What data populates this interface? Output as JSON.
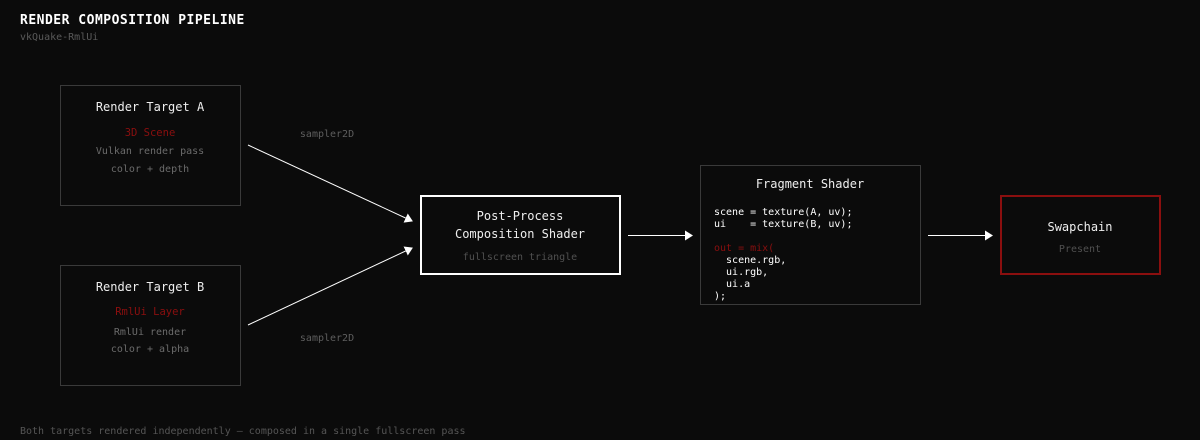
{
  "header": {
    "title": "RENDER COMPOSITION PIPELINE",
    "subtitle": "vkQuake-RmlUi"
  },
  "colors": {
    "background": "#0b0b0b",
    "node_border": "#3a3a3a",
    "highlight_border": "#ffffff",
    "accent": "#8b0f0f",
    "text": "#eeeeee",
    "muted": "#6b6b6b"
  },
  "nodes": {
    "render_target_a": {
      "title": "Render Target A",
      "accent": "3D Scene",
      "line1": "Vulkan render pass",
      "line2": "color + depth"
    },
    "render_target_b": {
      "title": "Render Target B",
      "accent": "RmlUi Layer",
      "line1": "RmlUi render",
      "line2": "color + alpha"
    },
    "composition_shader": {
      "title_line1": "Post-Process",
      "title_line2": "Composition Shader",
      "detail": "fullscreen triangle"
    },
    "fragment_shader": {
      "title": "Fragment Shader",
      "code": [
        "scene = texture(A, uv);",
        "ui    = texture(B, uv);",
        "",
        "out = mix(",
        "  scene.rgb,",
        "  ui.rgb,",
        "  ui.a",
        ");"
      ]
    },
    "swapchain": {
      "title": "Swapchain",
      "detail": "Present"
    }
  },
  "edges": [
    {
      "from": "render_target_a",
      "to": "composition_shader",
      "label": "sampler2D"
    },
    {
      "from": "render_target_b",
      "to": "composition_shader",
      "label": "sampler2D"
    },
    {
      "from": "composition_shader",
      "to": "fragment_shader",
      "label": ""
    },
    {
      "from": "fragment_shader",
      "to": "swapchain",
      "label": ""
    }
  ],
  "footer": {
    "note": "Both targets rendered independently — composed in a single fullscreen pass"
  }
}
